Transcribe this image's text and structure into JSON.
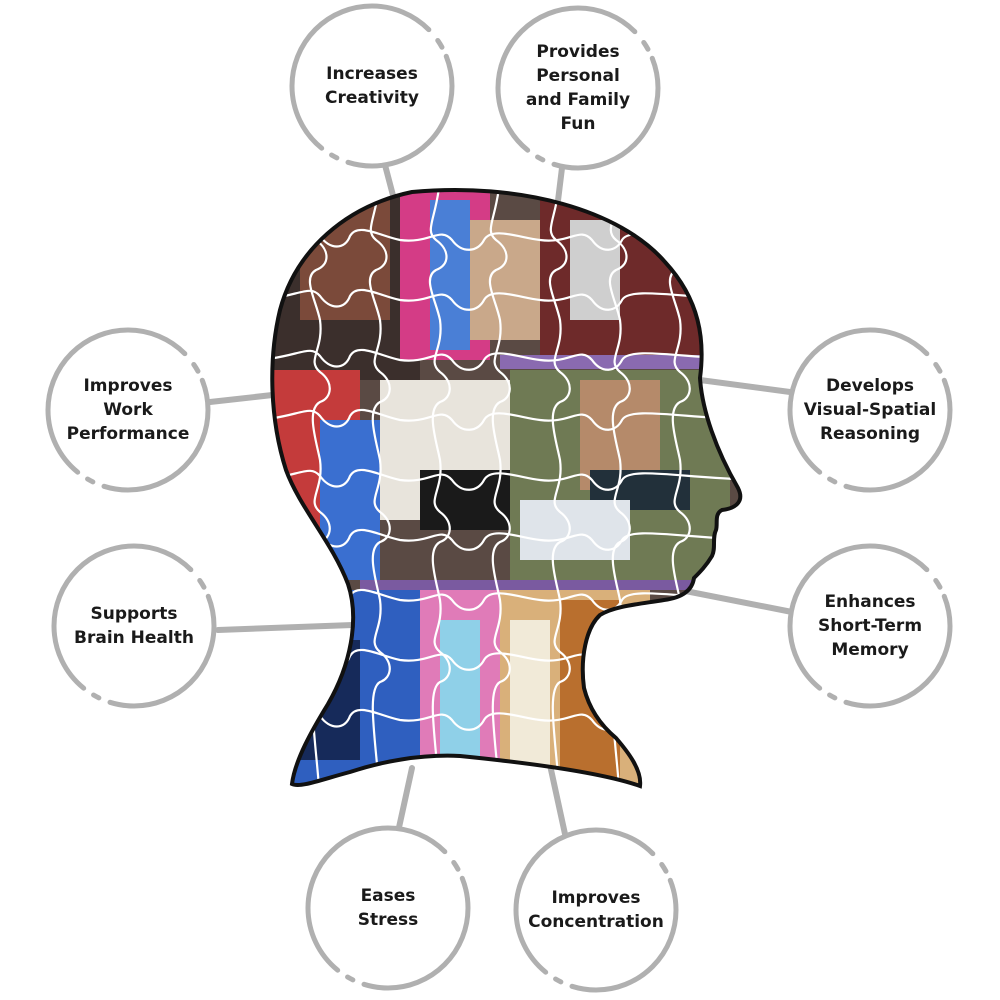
{
  "benefits": [
    {
      "id": "creativity",
      "label": "Increases\nCreativity"
    },
    {
      "id": "fun",
      "label": "Provides\nPersonal\nand Family\nFun"
    },
    {
      "id": "work",
      "label": "Improves\nWork\nPerformance"
    },
    {
      "id": "visual",
      "label": "Develops\nVisual-Spatial\nReasoning"
    },
    {
      "id": "brain",
      "label": "Supports\nBrain Health"
    },
    {
      "id": "memory",
      "label": "Enhances\nShort-Term\nMemory"
    },
    {
      "id": "stress",
      "label": "Eases\nStress"
    },
    {
      "id": "concentration",
      "label": "Improves\nConcentration"
    }
  ],
  "colors": {
    "ring": "#b0b0b0",
    "connector": "#b0b0b0",
    "head_outline": "#111111",
    "puzzle_lines": "#ffffff",
    "text": "#1a1a1a"
  },
  "icons": [
    "head-silhouette-puzzle-icon"
  ]
}
